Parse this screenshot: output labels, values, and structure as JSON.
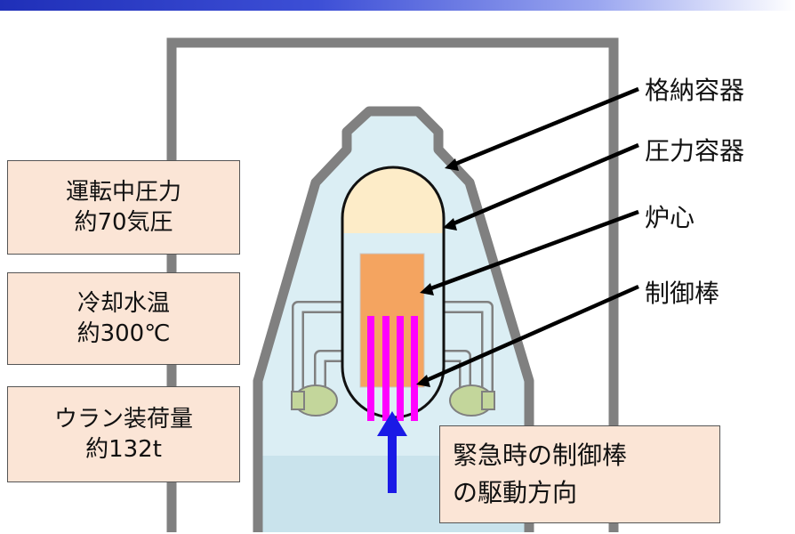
{
  "info_boxes": {
    "pressure": {
      "line1": "運転中圧力",
      "line2": "約70気圧"
    },
    "temperature": {
      "line1": "冷却水温",
      "line2": "約300℃"
    },
    "uranium": {
      "line1": "ウラン装荷量",
      "line2": "約132t"
    }
  },
  "labels": {
    "containment": "格納容器",
    "pressure_vessel": "圧力容器",
    "core": "炉心",
    "control_rod": "制御棒"
  },
  "drive_note": {
    "line1": "緊急時の制御棒",
    "line2": "の駆動方向"
  },
  "colors": {
    "wall": "#808080",
    "water": "#dbeef4",
    "vessel_top": "#fdecc8",
    "core": "#f4a460",
    "control_rod": "#ff00ff",
    "pump": "#c3d69b",
    "arrow": "#1a1ae6",
    "box_fill": "#fbe5d6"
  }
}
